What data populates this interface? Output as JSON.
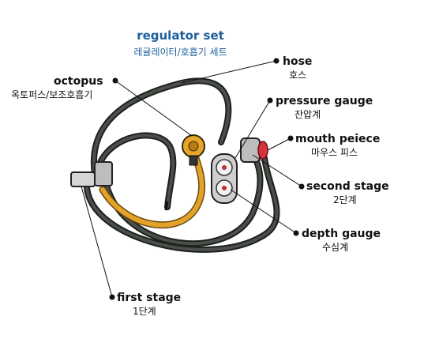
{
  "title": {
    "en": "regulator set",
    "ko": "레귤레이터/호흡기 세트"
  },
  "labels": {
    "hose": {
      "en": "hose",
      "ko": "호스"
    },
    "octopus": {
      "en": "octopus",
      "ko": "옥토퍼스/보조호흡기"
    },
    "pressure_gauge": {
      "en": "pressure gauge",
      "ko": "잔압계"
    },
    "mouth_piece": {
      "en": "mouth peiece",
      "ko": "마우스 피스"
    },
    "second_stage": {
      "en": "second stage",
      "ko": "2단계"
    },
    "depth_gauge": {
      "en": "depth gauge",
      "ko": "수심계"
    },
    "first_stage": {
      "en": "first stage",
      "ko": "1단계"
    }
  },
  "colors": {
    "title": "#1f5e9e",
    "hose_black": "#2b2f2b",
    "hose_yellow": "#e3a32a",
    "mouthpiece_red": "#d8323a"
  }
}
